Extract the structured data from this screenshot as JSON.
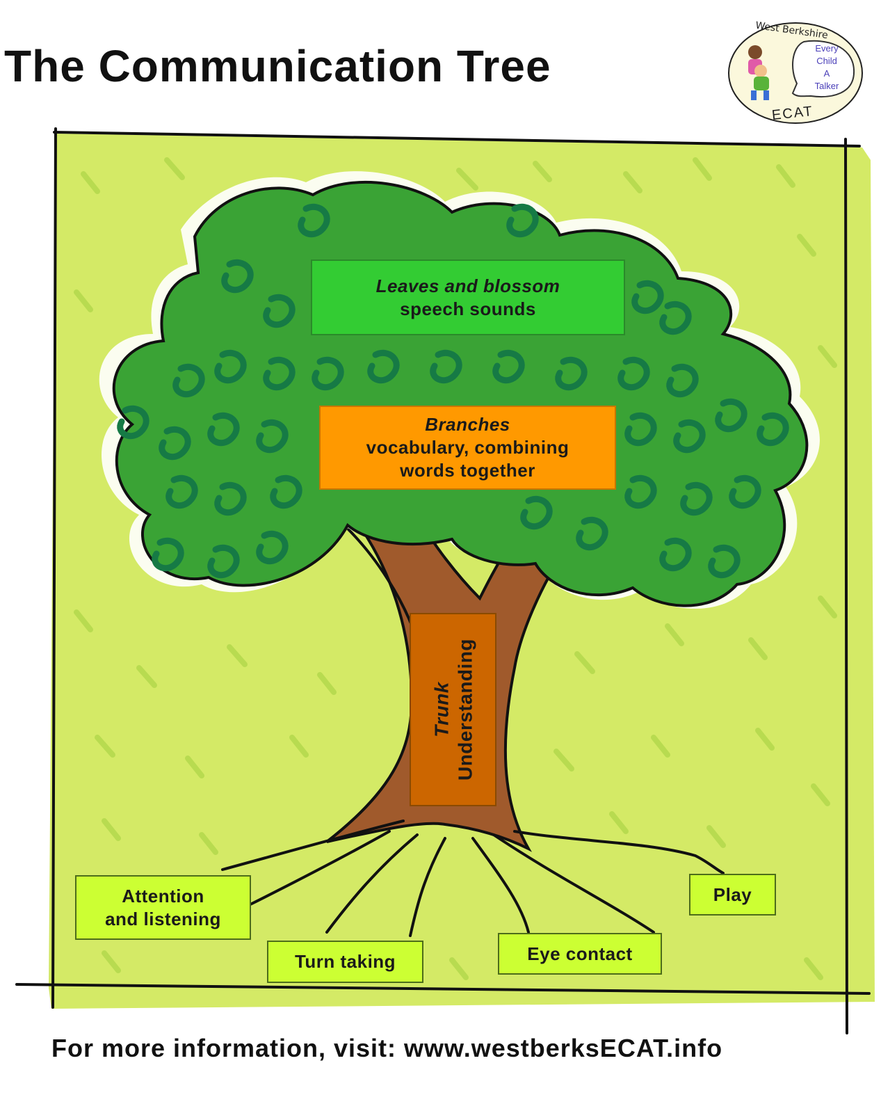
{
  "title": "The Communication Tree",
  "leaves": {
    "heading": "Leaves and blossom",
    "text": "speech sounds"
  },
  "branches": {
    "heading": "Branches",
    "line1": "vocabulary, combining",
    "line2": "words together"
  },
  "trunk": {
    "heading": "Trunk",
    "text": "Understanding"
  },
  "roots": {
    "attention_line1": "Attention",
    "attention_line2": "and listening",
    "turn_taking": "Turn taking",
    "eye_contact": "Eye contact",
    "play": "Play"
  },
  "logo": {
    "top_text": "West Berkshire",
    "line1": "Every",
    "line2": "Child",
    "line3": "A",
    "line4": "Talker",
    "bottom_text": "ECAT"
  },
  "footer": "For more information, visit: www.westberksECAT.info",
  "colors": {
    "background": "#d4ea66",
    "canopy": "#3aa335",
    "trunk": "#a05a2c",
    "leaves_box": "#33cc33",
    "branches_box": "#ff9900",
    "trunk_box": "#cc6600",
    "root_box": "#ccff33"
  }
}
